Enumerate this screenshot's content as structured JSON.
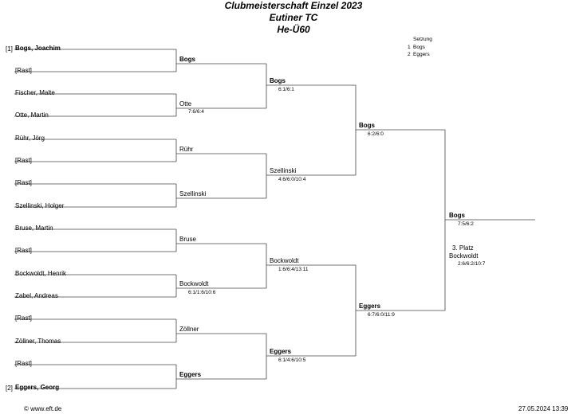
{
  "header": {
    "title": "Clubmeisterschaft Einzel 2023",
    "club": "Eutiner TC",
    "category": "He-Ü60"
  },
  "seeding": {
    "label": "Setzung",
    "entries": [
      {
        "rank": "1",
        "name": "Bogs"
      },
      {
        "rank": "2",
        "name": "Eggers"
      }
    ]
  },
  "round1": [
    {
      "seed": "[1]",
      "name": "Bogs, Joachim"
    },
    {
      "name": "[Rast]"
    },
    {
      "name": "Fischer, Malte"
    },
    {
      "name": "Otte, Martin"
    },
    {
      "name": "Rühr, Jörg"
    },
    {
      "name": "[Rast]"
    },
    {
      "name": "[Rast]"
    },
    {
      "name": "Szellinski, Holger"
    },
    {
      "name": "Bruse, Martin"
    },
    {
      "name": "[Rast]"
    },
    {
      "name": "Bockwoldt, Henrik"
    },
    {
      "name": "Zabel, Andreas"
    },
    {
      "name": "[Rast]"
    },
    {
      "name": "Zöllner, Thomas"
    },
    {
      "name": "[Rast]"
    },
    {
      "seed": "[2]",
      "name": "Eggers, Georg"
    }
  ],
  "round2": [
    {
      "name": "Bogs",
      "score": ""
    },
    {
      "name": "Otte",
      "score": "7:6/6:4"
    },
    {
      "name": "Rühr",
      "score": ""
    },
    {
      "name": "Szellinski",
      "score": ""
    },
    {
      "name": "Bruse",
      "score": ""
    },
    {
      "name": "Bockwoldt",
      "score": "6:1/1:6/10:6"
    },
    {
      "name": "Zöllner",
      "score": ""
    },
    {
      "name": "Eggers",
      "score": ""
    }
  ],
  "round3": [
    {
      "name": "Bogs",
      "score": "6:1/6:1"
    },
    {
      "name": "Szellinski",
      "score": "4:6/6:0/10:4"
    },
    {
      "name": "Bockwoldt",
      "score": "1:6/6:4/13:11"
    },
    {
      "name": "Eggers",
      "score": "6:1/4:6/10:5"
    }
  ],
  "round4": [
    {
      "name": "Bogs",
      "score": "6:2/6:0"
    },
    {
      "name": "Eggers",
      "score": "6:7/6:0/11:9"
    }
  ],
  "final": {
    "name": "Bogs",
    "score": "7:5/6:2"
  },
  "third_place": {
    "label": "3. Platz",
    "name": "Bockwoldt",
    "score": "2:6/6:2/10:7"
  },
  "footer": {
    "copyright": "© www.eft.de",
    "timestamp": "27.05.2024 13:39"
  }
}
